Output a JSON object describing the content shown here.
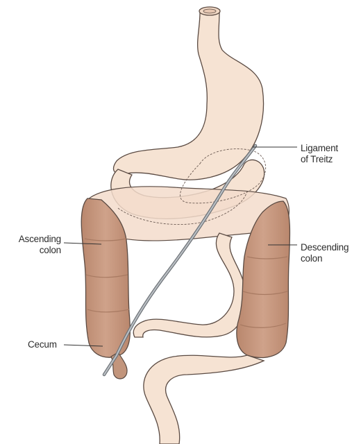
{
  "labels": {
    "ligament": [
      "Ligament",
      "of Treitz"
    ],
    "ascending": [
      "Ascending",
      "colon"
    ],
    "descending": [
      "Descending",
      "colon"
    ],
    "cecum": "Cecum"
  },
  "colors": {
    "flesh": "#f6e3d3",
    "flesh_outline": "#5a4a42",
    "colon": "#c2957c",
    "colon_dark": "#a87a62",
    "tube": "#9aa0a6",
    "leader": "#333333"
  }
}
